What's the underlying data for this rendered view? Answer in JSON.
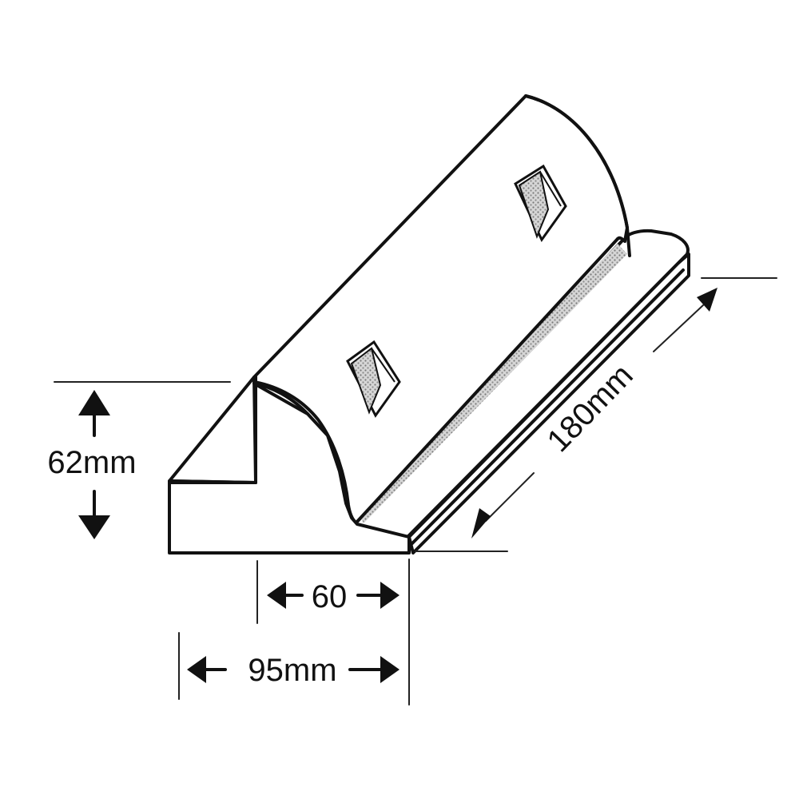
{
  "dimensions": {
    "height": "62mm",
    "inner_width": "60",
    "width": "95mm",
    "length": "180mm"
  },
  "colors": {
    "stroke": "#111111",
    "shading": "#b8b8b8",
    "background": "#ffffff"
  }
}
